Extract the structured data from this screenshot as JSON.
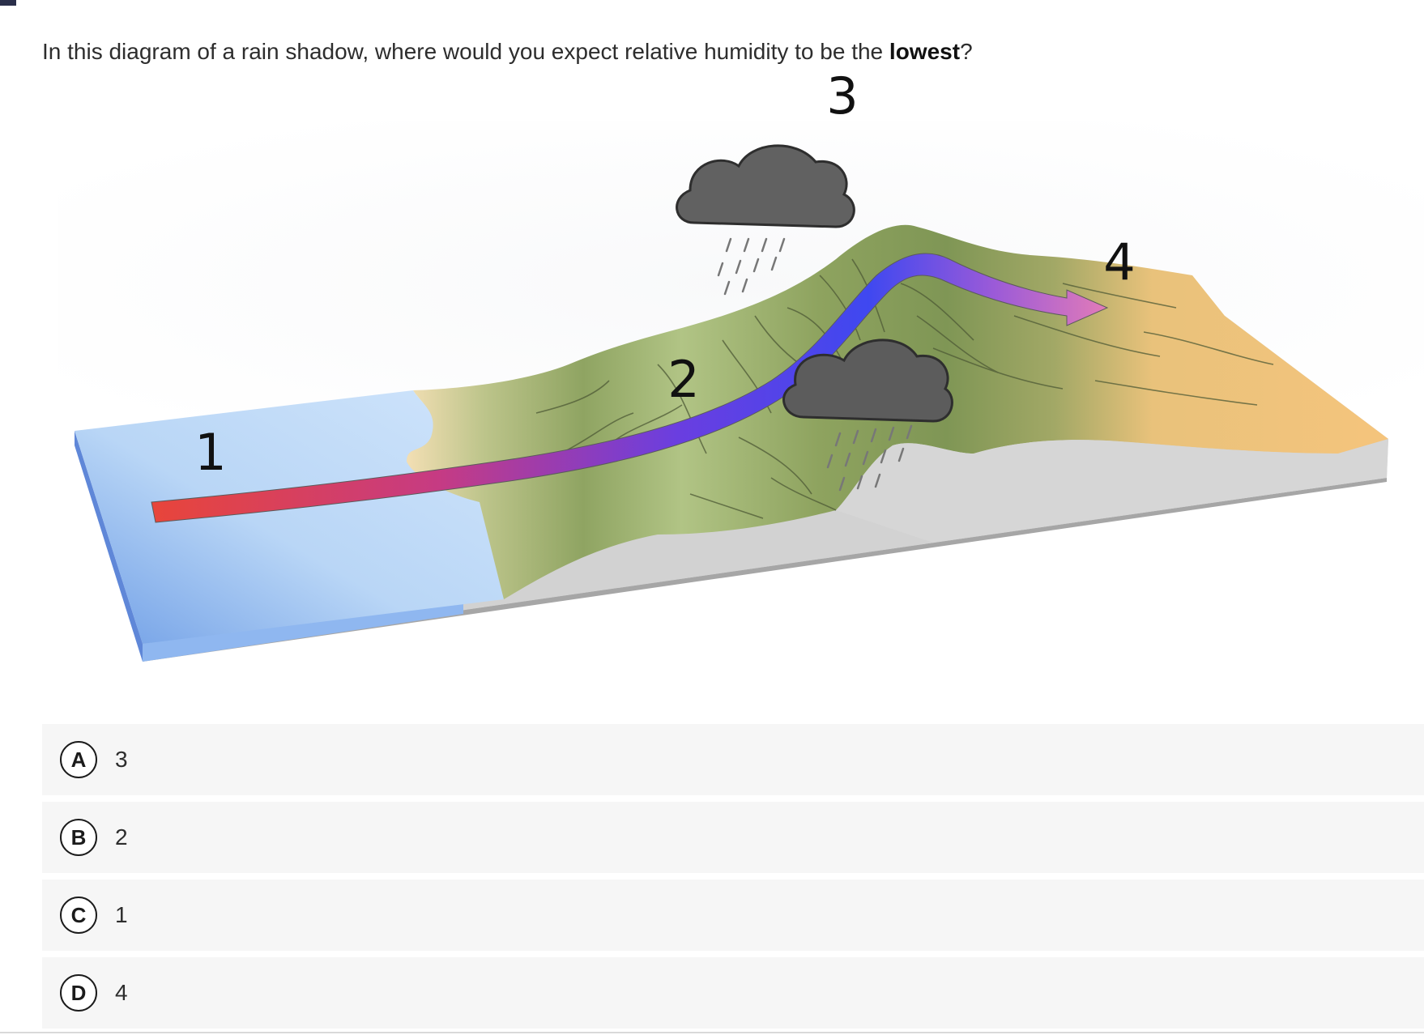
{
  "question": {
    "prefix": "In this diagram of a rain shadow, where would you expect relative humidity to be the ",
    "emphasis": "lowest",
    "suffix": "?"
  },
  "diagram": {
    "labels": [
      "1",
      "2",
      "3",
      "4"
    ]
  },
  "choices": [
    {
      "letter": "A",
      "text": "3"
    },
    {
      "letter": "B",
      "text": "2"
    },
    {
      "letter": "C",
      "text": "1"
    },
    {
      "letter": "D",
      "text": "4"
    }
  ]
}
